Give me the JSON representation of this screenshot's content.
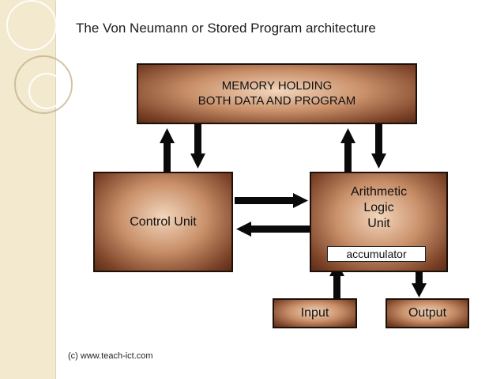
{
  "title": "The Von Neumann or Stored Program architecture",
  "memory": {
    "line1": "MEMORY HOLDING",
    "line2": "BOTH DATA AND PROGRAM"
  },
  "control_unit": {
    "label": "Control Unit"
  },
  "alu": {
    "line1": "Arithmetic",
    "line2": "Logic",
    "line3": "Unit"
  },
  "accumulator": {
    "label": "accumulator"
  },
  "input": {
    "label": "Input"
  },
  "output": {
    "label": "Output"
  },
  "credit": "(c) www.teach-ict.com"
}
